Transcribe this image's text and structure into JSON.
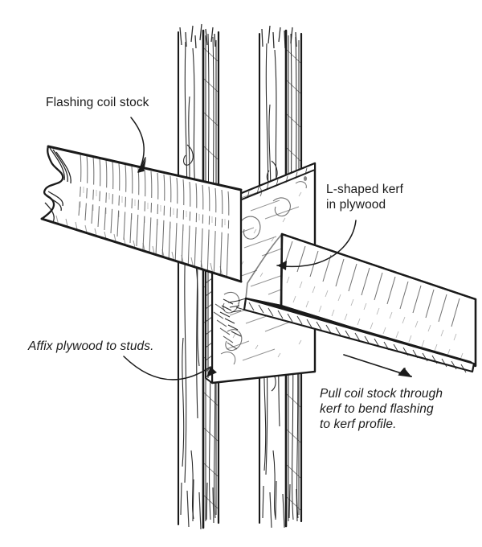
{
  "figure": {
    "type": "technical-illustration",
    "subject": "Bending flashing coil stock through an L-shaped kerf cut in plywood attached to wall studs",
    "background_color": "#ffffff",
    "ink_color": "#1a1a1a"
  },
  "labels": {
    "flashing_coil_stock": "Flashing coil stock",
    "l_shaped_kerf": "L-shaped kerf\nin plywood",
    "affix_plywood": "Affix plywood to studs.",
    "pull_coil_stock": "Pull coil stock through\nkerf to bend flashing\nto kerf profile."
  },
  "parts": {
    "stud_left": "wall-stud-left",
    "stud_right": "wall-stud-right",
    "plywood_panel": "plywood-panel",
    "coil_stock_flat": "flashing-coil-stock-flat",
    "coil_stock_bent": "flashing-coil-stock-bent",
    "kerf": "l-shaped-kerf-slot"
  },
  "annotations": {
    "leader_flashing": "curved-leader-arrow",
    "leader_kerf": "curved-leader-arrow",
    "leader_affix": "curved-leader-arrow",
    "pull_direction_arrow": "straight-direction-arrow"
  }
}
